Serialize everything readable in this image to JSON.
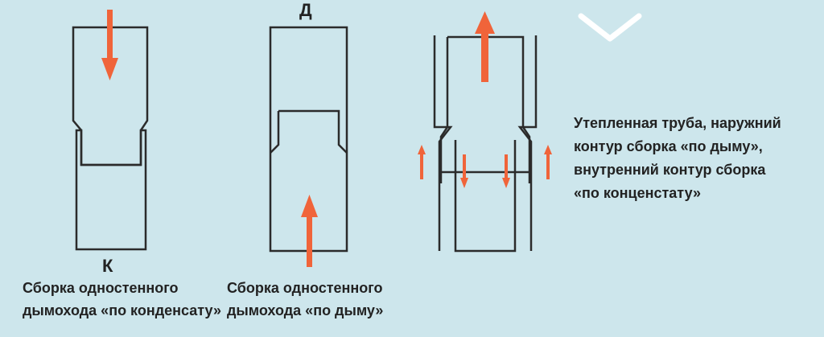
{
  "diagram": {
    "label_k": "К",
    "label_d": "Д",
    "caption_condensate": [
      "Сборка одностенного",
      "дымохода «по конденсату»"
    ],
    "caption_smoke": [
      "Сборка одностенного",
      "дымохода «по дыму»"
    ],
    "caption_insulated": [
      "Утепленная труба, наружний",
      "контур сборка «по дыму»,",
      "внутренний контур сборка",
      "«по конценстату»"
    ],
    "colors": {
      "background": "#cde6ec",
      "line": "#2b2b2b",
      "arrow": "#f0643a",
      "chevron": "#ffffff"
    },
    "icons": [
      "chevron-down-icon",
      "arrow-down-icon",
      "arrow-up-icon"
    ]
  }
}
